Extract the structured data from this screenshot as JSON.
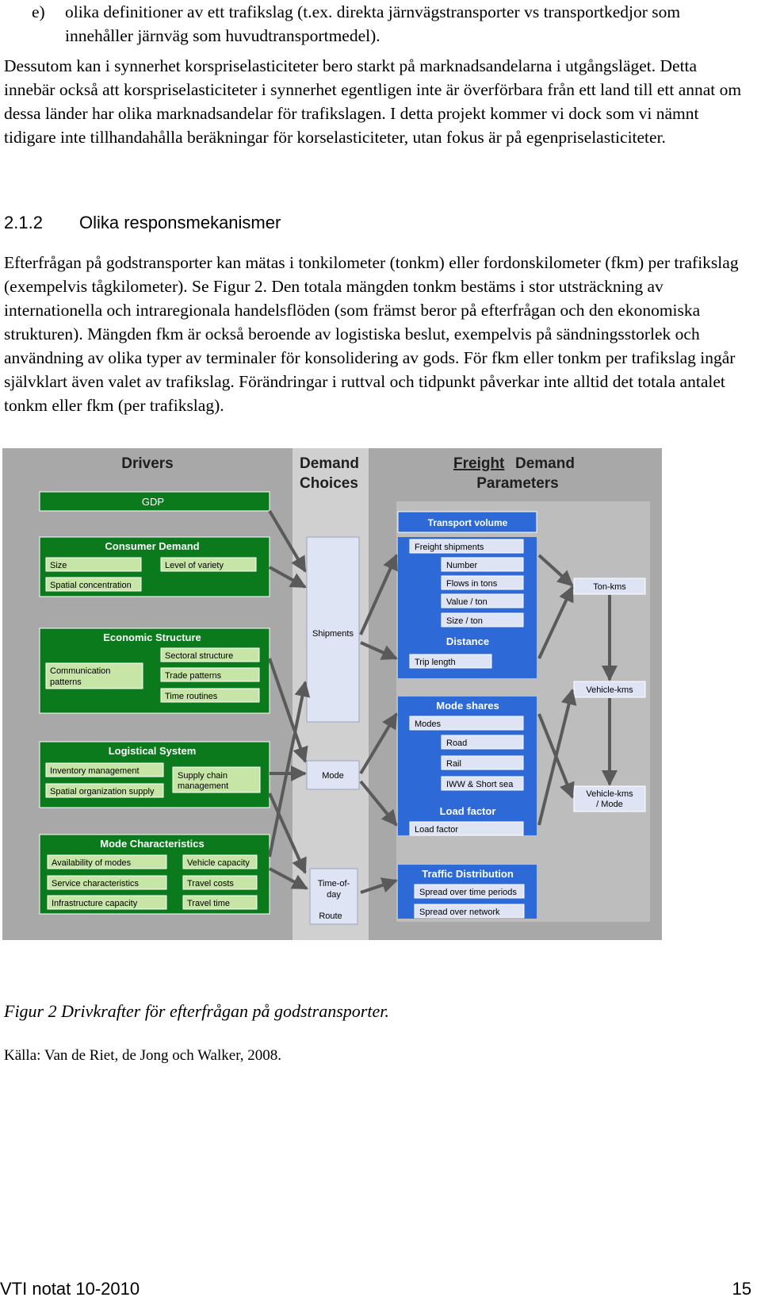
{
  "list_item": {
    "marker": "e)",
    "text": "olika definitioner av ett trafikslag (t.ex. direkta järnvägstransporter vs transportkedjor som innehåller järnväg som huvudtransportmedel)."
  },
  "paragraph1": "Dessutom kan i synnerhet korspriselasticiteter bero starkt på marknadsandelarna i utgångsläget. Detta innebär också att korspriselasticiteter i synnerhet egentligen inte är överförbara från ett land till ett annat om dessa länder har olika marknadsandelar för trafikslagen. I detta projekt kommer vi dock som vi nämnt tidigare inte tillhandahålla beräkningar för korselasticiteter, utan fokus är på egenpriselasticiteter.",
  "heading": {
    "number": "2.1.2",
    "title": "Olika responsmekanismer"
  },
  "paragraph2": "Efterfrågan på godstransporter kan mätas i tonkilometer (tonkm) eller fordonskilometer (fkm) per trafikslag (exempelvis tågkilometer). Se Figur 2. Den totala mängden tonkm bestäms i stor utsträckning av internationella och intraregionala handelsflöden (som främst beror på efterfrågan och den ekonomiska strukturen). Mängden fkm är också beroende av logistiska beslut, exempelvis på sändningsstorlek och användning av olika typer av terminaler för konsolidering av gods. För fkm eller tonkm per trafikslag ingår självklart även valet av trafikslag. Förändringar i ruttval och tidpunkt påverkar inte alltid det totala antalet tonkm eller fkm (per trafikslag).",
  "figure": {
    "headers": {
      "drivers": "Drivers",
      "demand_choices_1": "Demand",
      "demand_choices_2": "Choices",
      "freight_1": "Freight",
      "freight_2": "Demand",
      "parameters": "Parameters"
    },
    "gdp": "GDP",
    "consumer_demand": {
      "title": "Consumer Demand",
      "size": "Size",
      "level_of_variety": "Level of variety",
      "spatial_concentration": "Spatial concentration"
    },
    "economic_structure": {
      "title": "Economic Structure",
      "sectoral_structure": "Sectoral structure",
      "communication_patterns_1": "Communication",
      "communication_patterns_2": "patterns",
      "trade_patterns": "Trade patterns",
      "time_routines": "Time routines"
    },
    "logistical_system": {
      "title": "Logistical System",
      "inventory_management": "Inventory management",
      "supply_chain_1": "Supply chain",
      "supply_chain_2": "management",
      "spatial_organization_supply": "Spatial organization supply"
    },
    "mode_characteristics": {
      "title": "Mode Characteristics",
      "availability_of_modes": "Availability of modes",
      "vehicle_capacity": "Vehicle capacity",
      "service_characteristics": "Service characteristics",
      "travel_costs": "Travel costs",
      "infrastructure_capacity": "Infrastructure capacity",
      "travel_time": "Travel time"
    },
    "choices": {
      "shipments": "Shipments",
      "mode": "Mode",
      "time_of_day_1": "Time-of-",
      "time_of_day_2": "day",
      "route": "Route"
    },
    "transport_volume": {
      "title": "Transport volume",
      "freight_shipments": "Freight shipments",
      "number": "Number",
      "flows_in_tons": "Flows in tons",
      "value_per_ton": "Value / ton",
      "size_per_ton": "Size / ton"
    },
    "distance": {
      "title": "Distance",
      "trip_length": "Trip length"
    },
    "mode_shares": {
      "title": "Mode shares",
      "modes": "Modes",
      "road": "Road",
      "rail": "Rail",
      "iww": "IWW & Short sea"
    },
    "load_factor": {
      "title": "Load factor",
      "load_factor_item": "Load factor"
    },
    "traffic_distribution": {
      "title": "Traffic Distribution",
      "spread_time": "Spread over time periods",
      "spread_network": "Spread over network"
    },
    "outputs": {
      "ton_kms": "Ton-kms",
      "vehicle_kms": "Vehicle-kms",
      "vehicle_kms_mode_1": "Vehicle-kms",
      "vehicle_kms_mode_2": "/ Mode"
    },
    "colors": {
      "green_dark": "#0b7a1c",
      "green_light": "#c7e5a6",
      "blue": "#2e6ad7",
      "blue_light": "#dfe4f4",
      "gray_outer": "#a8a8a8",
      "gray_mid": "#d4d4d4"
    }
  },
  "caption": "Figur 2  Drivkrafter för efterfrågan på godstransporter.",
  "source": "Källa: Van de Riet, de Jong och Walker, 2008.",
  "footer": {
    "left": "VTI notat 10-2010",
    "right": "15"
  }
}
